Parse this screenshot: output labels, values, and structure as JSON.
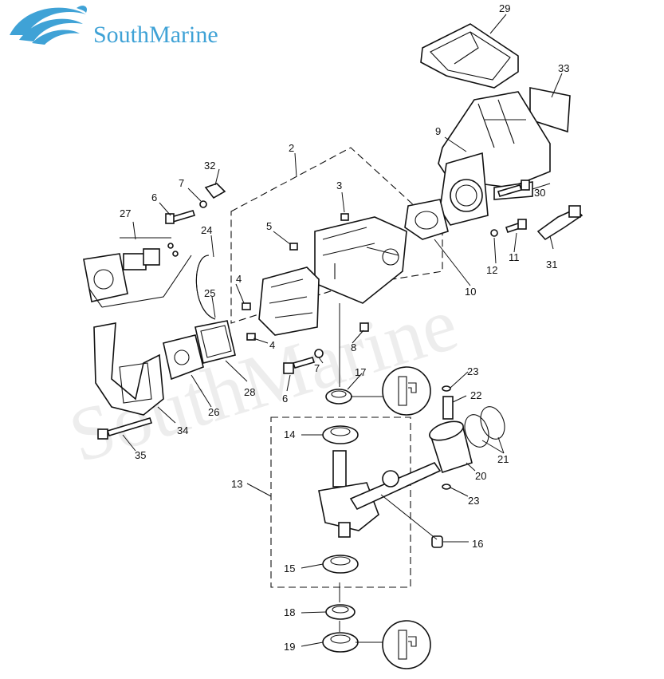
{
  "brand": {
    "name": "SouthMarine",
    "logo_color": "#3fa2d6"
  },
  "watermark": "SouthMarine",
  "callouts": {
    "p2": "2",
    "p3": "3",
    "p4a": "4",
    "p4b": "4",
    "p5": "5",
    "p6a": "6",
    "p6b": "6",
    "p7a": "7",
    "p7b": "7",
    "p8": "8",
    "p9": "9",
    "p10": "10",
    "p11": "11",
    "p12": "12",
    "p13": "13",
    "p14": "14",
    "p15": "15",
    "p16": "16",
    "p17": "17",
    "p18": "18",
    "p19": "19",
    "p20": "20",
    "p21": "21",
    "p22": "22",
    "p23a": "23",
    "p23b": "23",
    "p24": "24",
    "p25": "25",
    "p26": "26",
    "p27": "27",
    "p28": "28",
    "p29": "29",
    "p30": "30",
    "p31": "31",
    "p32": "32",
    "p33": "33",
    "p34": "34",
    "p35": "35"
  }
}
